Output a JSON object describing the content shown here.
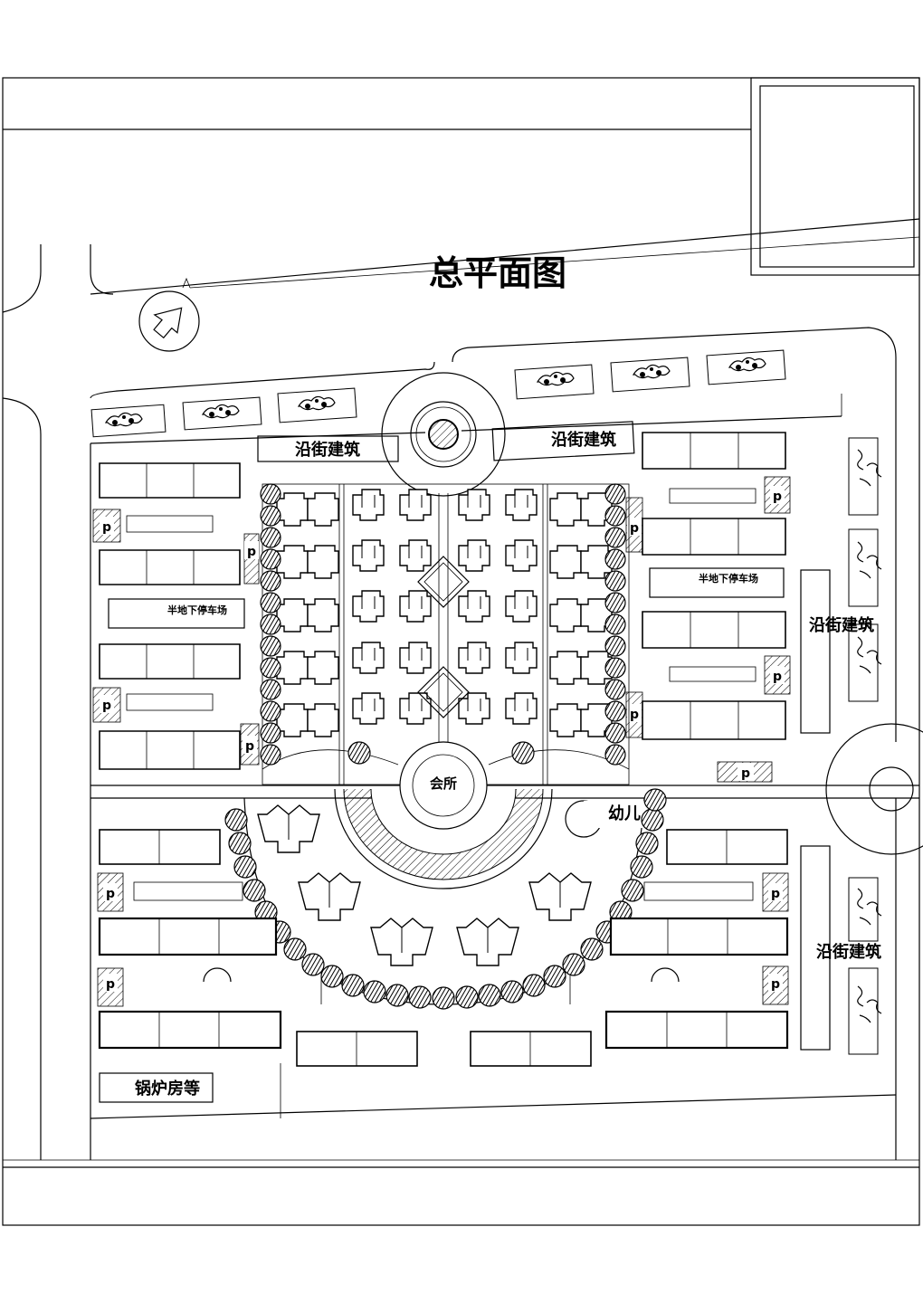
{
  "title": "总平面图",
  "labels": {
    "street_building_top_left": "沿街建筑",
    "street_building_top_right": "沿街建筑",
    "street_building_right_upper": "沿街建筑",
    "street_building_right_lower": "沿街建筑",
    "semi_underground_parking_left": "半地下停车场",
    "semi_underground_parking_right": "半地下停车场",
    "clubhouse": "会所",
    "kindergarten": "幼儿",
    "boiler_room": "锅炉房等",
    "parking_symbol": "p"
  },
  "colors": {
    "line": "#000000",
    "background": "#ffffff"
  },
  "icons": {
    "north_arrow": "north-arrow-icon",
    "car": "car-icon",
    "tree": "tree-icon"
  }
}
